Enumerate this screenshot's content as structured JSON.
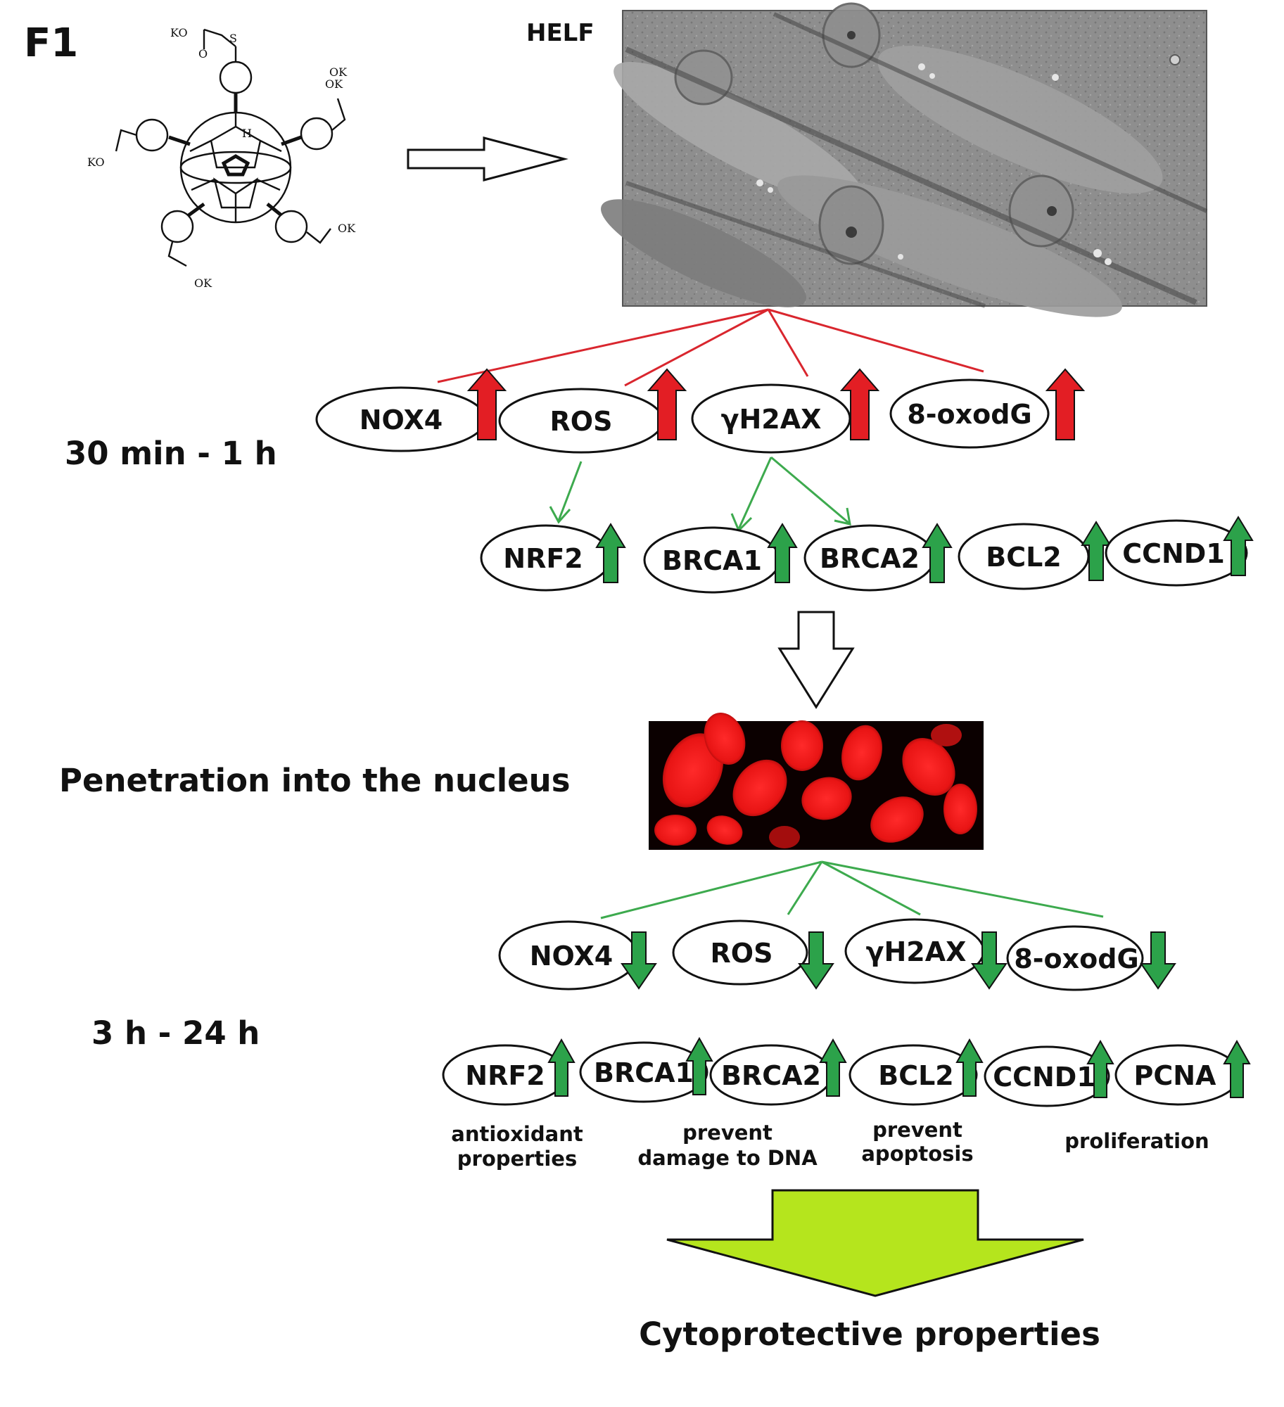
{
  "figure_label": "F1",
  "cell_line": "HELF",
  "molecule": {
    "groups": [
      "KO",
      "OK",
      "KO",
      "OK",
      "OK",
      "OK"
    ],
    "sulfur": "S",
    "oxygen": "O",
    "hydrogen": "H"
  },
  "phase1": {
    "time": "30 min - 1 h",
    "markers": [
      {
        "label": "NOX4",
        "arrow": "up-red"
      },
      {
        "label": "ROS",
        "arrow": "up-red"
      },
      {
        "label": "γH2AX",
        "arrow": "up-red"
      },
      {
        "label": "8-oxodG",
        "arrow": "up-red"
      }
    ],
    "responses": [
      {
        "label": "NRF2",
        "arrow": "up-green"
      },
      {
        "label": "BRCA1",
        "arrow": "up-green"
      },
      {
        "label": "BRCA2",
        "arrow": "up-green"
      },
      {
        "label": "BCL2",
        "arrow": "up-green"
      },
      {
        "label": "CCND1",
        "arrow": "up-green"
      }
    ]
  },
  "penetration": "Penetration into the nucleus",
  "phase2": {
    "time": "3 h - 24 h",
    "markers": [
      {
        "label": "NOX4",
        "arrow": "down-green"
      },
      {
        "label": "ROS",
        "arrow": "down-green"
      },
      {
        "label": "γH2AX",
        "arrow": "down-green"
      },
      {
        "label": "8-oxodG",
        "arrow": "down-green"
      }
    ],
    "responses": [
      {
        "label": "NRF2",
        "arrow": "up-green"
      },
      {
        "label": "BRCA1",
        "arrow": "up-green"
      },
      {
        "label": "BRCA2",
        "arrow": "up-green"
      },
      {
        "label": "BCL2",
        "arrow": "up-green"
      },
      {
        "label": "CCND1",
        "arrow": "up-green"
      },
      {
        "label": "PCNA",
        "arrow": "up-green"
      }
    ],
    "effects": [
      {
        "line1": "antioxidant",
        "line2": "properties"
      },
      {
        "line1": "prevent",
        "line2": "damage to DNA"
      },
      {
        "line1": "prevent",
        "line2": "apoptosis"
      },
      {
        "line1": "proliferation",
        "line2": ""
      }
    ]
  },
  "conclusion": "Cytoprotective properties",
  "colors": {
    "up_red": "#e31e24",
    "green": "#2ca24a",
    "line_red": "#d9262e",
    "line_green": "#3daa4e",
    "big_arrow": "#b5e51d",
    "fluor": "#ff1f1f",
    "micro_bg": "#8c8c8c"
  }
}
